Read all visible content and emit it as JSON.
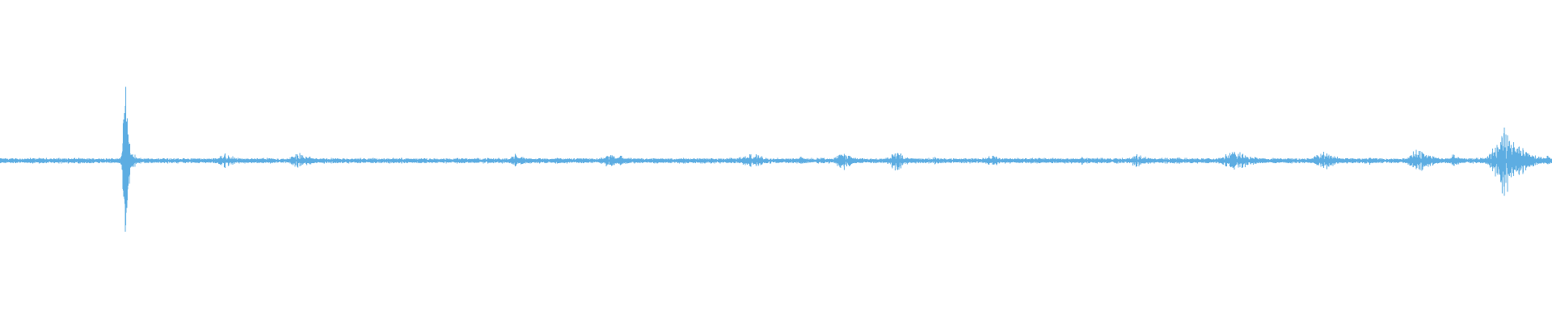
{
  "waveform": {
    "color": "#5DADE2",
    "background": "#FFFFFF",
    "baseline_level": 0.0,
    "noise_floor_amplitude": 0.012,
    "bursts": [
      {
        "position": 0.081,
        "width": 0.004,
        "amplitude": 0.68,
        "density": 1.0
      },
      {
        "position": 0.083,
        "width": 0.012,
        "amplitude": 0.09,
        "density": 0.6
      },
      {
        "position": 0.146,
        "width": 0.016,
        "amplitude": 0.05,
        "density": 0.7
      },
      {
        "position": 0.194,
        "width": 0.018,
        "amplitude": 0.055,
        "density": 0.7
      },
      {
        "position": 0.26,
        "width": 0.025,
        "amplitude": 0.022,
        "density": 0.5
      },
      {
        "position": 0.333,
        "width": 0.012,
        "amplitude": 0.05,
        "density": 0.7
      },
      {
        "position": 0.396,
        "width": 0.022,
        "amplitude": 0.055,
        "density": 0.7
      },
      {
        "position": 0.485,
        "width": 0.022,
        "amplitude": 0.06,
        "density": 0.7
      },
      {
        "position": 0.516,
        "width": 0.008,
        "amplitude": 0.03,
        "density": 0.6
      },
      {
        "position": 0.544,
        "width": 0.014,
        "amplitude": 0.065,
        "density": 0.8
      },
      {
        "position": 0.578,
        "width": 0.016,
        "amplitude": 0.07,
        "density": 0.8
      },
      {
        "position": 0.603,
        "width": 0.008,
        "amplitude": 0.03,
        "density": 0.6
      },
      {
        "position": 0.64,
        "width": 0.016,
        "amplitude": 0.04,
        "density": 0.7
      },
      {
        "position": 0.668,
        "width": 0.018,
        "amplitude": 0.025,
        "density": 0.5
      },
      {
        "position": 0.697,
        "width": 0.004,
        "amplitude": 0.035,
        "density": 0.6
      },
      {
        "position": 0.734,
        "width": 0.018,
        "amplitude": 0.045,
        "density": 0.7
      },
      {
        "position": 0.759,
        "width": 0.008,
        "amplitude": 0.03,
        "density": 0.6
      },
      {
        "position": 0.797,
        "width": 0.026,
        "amplitude": 0.07,
        "density": 0.8
      },
      {
        "position": 0.854,
        "width": 0.018,
        "amplitude": 0.07,
        "density": 0.8
      },
      {
        "position": 0.882,
        "width": 0.01,
        "amplitude": 0.03,
        "density": 0.6
      },
      {
        "position": 0.915,
        "width": 0.02,
        "amplitude": 0.08,
        "density": 0.8
      },
      {
        "position": 0.937,
        "width": 0.01,
        "amplitude": 0.045,
        "density": 0.7
      },
      {
        "position": 0.971,
        "width": 0.022,
        "amplitude": 0.24,
        "density": 0.9
      },
      {
        "position": 0.997,
        "width": 0.006,
        "amplitude": 0.04,
        "density": 0.6
      }
    ]
  }
}
